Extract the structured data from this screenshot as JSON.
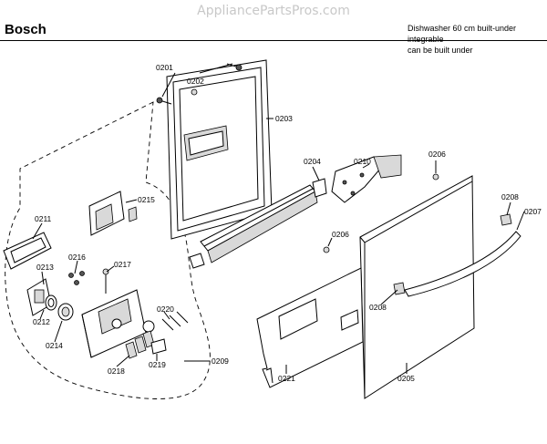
{
  "header": {
    "watermark": "AppliancePartsPros.com",
    "brand": "Bosch",
    "description_line1": "Dishwasher 60 cm built-under integrable",
    "description_line2": "can be built under"
  },
  "part_labels": {
    "p0201": "0201",
    "p0202": "0202",
    "p0203": "0203",
    "p0204": "0204",
    "p0210": "0210",
    "p0206a": "0206",
    "p0206b": "0206",
    "p0208a": "0208",
    "p0208b": "0208",
    "p0207": "0207",
    "p0215": "0215",
    "p0211": "0211",
    "p0216": "0216",
    "p0217": "0217",
    "p0213": "0213",
    "p0212": "0212",
    "p0214": "0214",
    "p0220": "0220",
    "p0218": "0218",
    "p0219": "0219",
    "p0209": "0209",
    "p0221": "0221",
    "p0205": "0205"
  }
}
